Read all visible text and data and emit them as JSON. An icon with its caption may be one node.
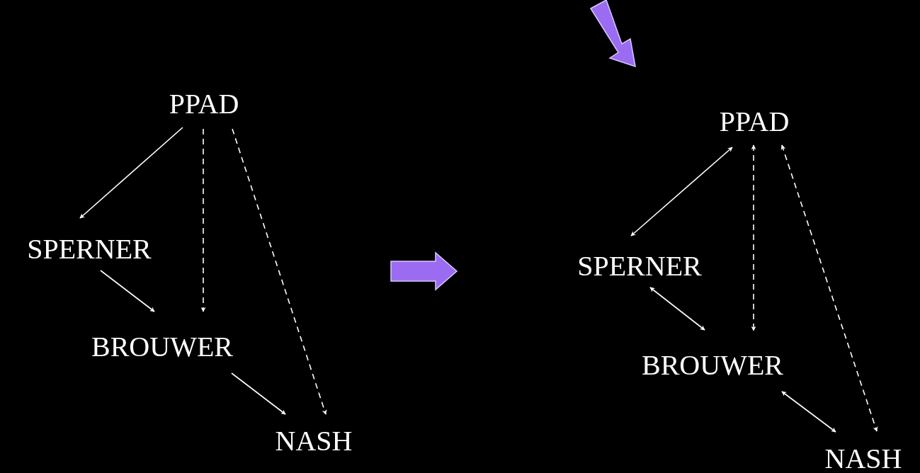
{
  "diagram": {
    "nodes": [
      {
        "text": [
          "PPAD"
        ]
      },
      {
        "text": [
          "SPERNER"
        ]
      },
      {
        "text": [
          "BROUWER"
        ]
      },
      {
        "text": [
          "NASH"
        ]
      },
      {
        "text": [
          "PPAD"
        ]
      },
      {
        "text": [
          "SPERNER"
        ]
      },
      {
        "text": [
          "BROUWER"
        ]
      },
      {
        "text": [
          "NASH"
        ]
      }
    ],
    "edges": [
      {
        "from": 0,
        "to": 1,
        "arrow": "to"
      },
      {
        "from": 0,
        "to": 2,
        "arrow": "to",
        "style": "dashed"
      },
      {
        "from": 0,
        "to": 3,
        "arrow": "to",
        "style": "dashed"
      },
      {
        "from": 1,
        "to": 2,
        "arrow": "to"
      },
      {
        "from": 2,
        "to": 3,
        "arrow": "to"
      },
      {
        "from": 4,
        "to": 5,
        "arrow": "both"
      },
      {
        "from": 4,
        "to": 6,
        "arrow": "both",
        "style": "dashed"
      },
      {
        "from": 4,
        "to": 7,
        "arrow": "both",
        "style": "dashed"
      },
      {
        "from": 5,
        "to": 6,
        "arrow": "both"
      },
      {
        "from": 6,
        "to": 7,
        "arrow": "both"
      }
    ]
  }
}
